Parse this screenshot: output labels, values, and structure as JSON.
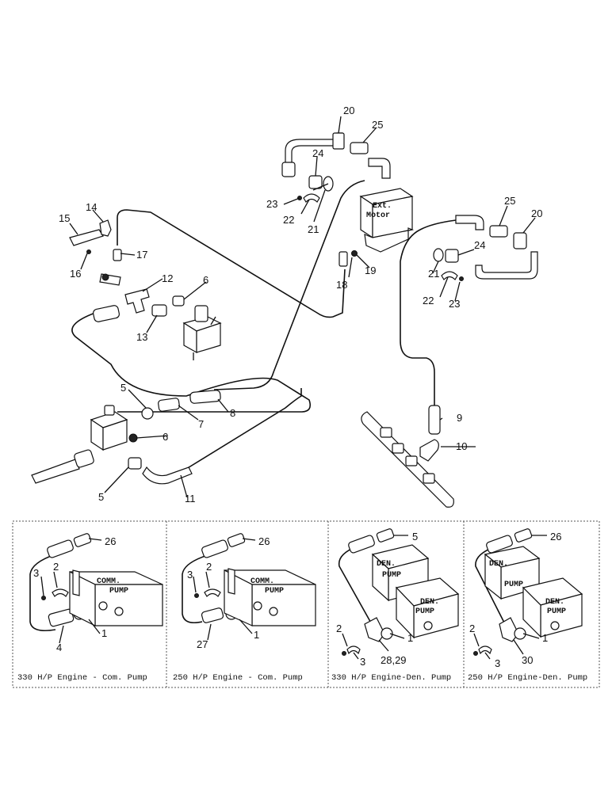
{
  "callouts": {
    "c1": "1",
    "c2": "2",
    "c3": "3",
    "c4": "4",
    "c5": "5",
    "c6": "6",
    "c7": "7",
    "c8": "8",
    "c9": "9",
    "c10": "10",
    "c11": "11",
    "c12": "12",
    "c13": "13",
    "c14": "14",
    "c15": "15",
    "c16": "16",
    "c17": "17",
    "c18": "18",
    "c19": "19",
    "c20": "20",
    "c21": "21",
    "c22": "22",
    "c23": "23",
    "c24": "24",
    "c25": "25",
    "c26": "26",
    "c27": "27",
    "c2829": "28,29",
    "c30": "30"
  },
  "labels": {
    "motor_line1": "Ext.",
    "motor_line2": "Motor",
    "comm_pump_line1": "COMM.",
    "comm_pump_line2": "PUMP",
    "den_pump_line1": "DEN.",
    "den_pump_line2": "PUMP"
  },
  "panels": [
    {
      "caption": "330 H/P Engine  -  Com. Pump"
    },
    {
      "caption": "250 H/P Engine  -  Com. Pump"
    },
    {
      "caption": "330 H/P Engine-Den. Pump"
    },
    {
      "caption": "250 H/P Engine-Den. Pump"
    }
  ]
}
